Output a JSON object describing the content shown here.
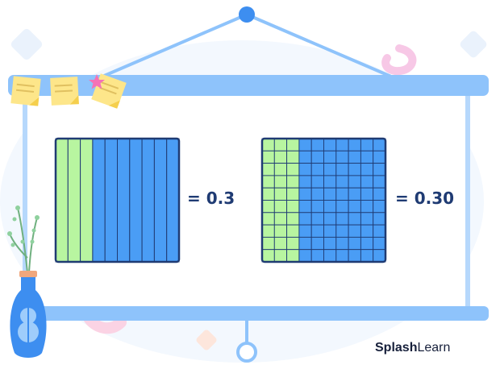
{
  "figures": [
    {
      "label": "= 0.3",
      "grid": "tenths",
      "shaded_columns": 3,
      "total_columns": 10,
      "value": 0.3
    },
    {
      "label": "= 0.30",
      "grid": "hundredths",
      "shaded_squares": 30,
      "total_squares": 100,
      "value": 0.3
    }
  ],
  "brand": {
    "part1": "Splash",
    "part2": "Learn"
  },
  "colors": {
    "shaded": "#b8f5a0",
    "unshaded": "#4a9df5",
    "border": "#1f3b73",
    "frame": "#8ec3fb",
    "text": "#1f3b73"
  },
  "icons": [
    "sticky-note-icon",
    "star-icon",
    "plant-vase-icon",
    "hanger-icon"
  ]
}
